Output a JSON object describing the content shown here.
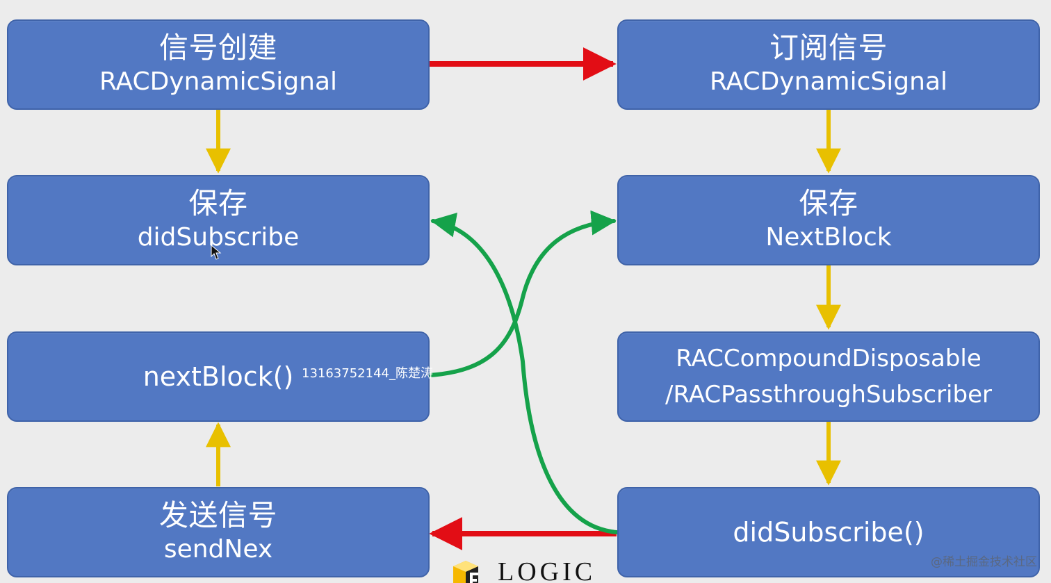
{
  "nodes": {
    "create": {
      "title": "信号创建",
      "subtitle": "RACDynamicSignal"
    },
    "subscribe": {
      "title": "订阅信号",
      "subtitle": "RACDynamicSignal"
    },
    "save_left": {
      "title": "保存",
      "subtitle": "didSubscribe"
    },
    "save_right": {
      "title": "保存",
      "subtitle": "NextBlock"
    },
    "next_block": {
      "label": "nextBlock()"
    },
    "disposable": {
      "line1": "RACCompoundDisposable",
      "line2": "/RACPassthroughSubscriber"
    },
    "send": {
      "title": "发送信号",
      "subtitle": "sendNex"
    },
    "did_subscribe_call": {
      "label": "didSubscribe()"
    }
  },
  "overlay": {
    "watermark": "13163752144_陈楚涛",
    "credit": "@稀土掘金技术社区",
    "logo_text": "LOGIC"
  },
  "colors": {
    "background": "#ececec",
    "node_fill": "#5278c3",
    "node_border": "#3f63a9",
    "text": "#ffffff",
    "red_arrow": "#e20d15",
    "yellow_arrow": "#e8c000",
    "green_arrow": "#15a24a"
  },
  "icons": {
    "cursor": "mouse-pointer-icon",
    "logo": "logic-logo-icon"
  }
}
